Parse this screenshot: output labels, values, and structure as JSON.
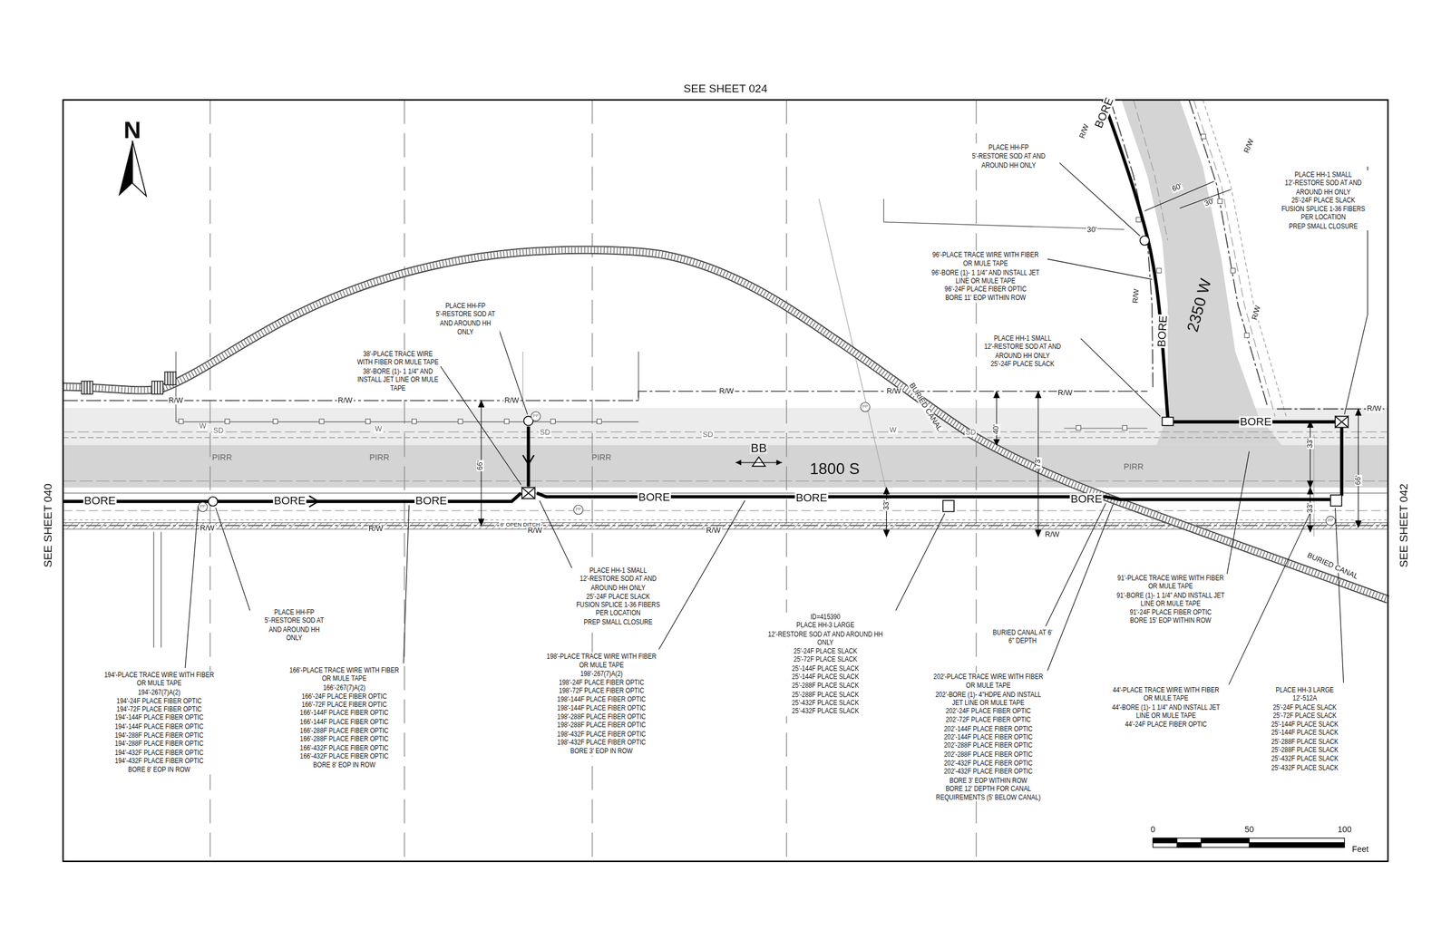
{
  "diagram": {
    "labels": [
      "SEE SHEET 024",
      "N",
      "SEE SHEET 040",
      "SEE SHEET 042",
      "1800 S",
      "BB",
      "2350 W",
      "BORE",
      "BORE",
      "BORE",
      "BORE",
      "BORE",
      "BORE",
      "BORE",
      "BORE",
      "BORE",
      "R/W",
      "R/W",
      "R/W",
      "R/W",
      "R/W",
      "R/W",
      "R/W",
      "R/W",
      "R/W",
      "R/W",
      "R/W",
      "R/W",
      "R/W",
      "R/W",
      "R/W",
      "R/W",
      "8' OPEN DITCH",
      "PIRR",
      "PIRR",
      "PIRR",
      "PIRR",
      "SD",
      "SD",
      "SD",
      "SD",
      "W",
      "W",
      "W",
      "BURIED CANAL",
      "BURIED CANAL",
      "66'",
      "33'",
      "40'",
      "73'",
      "33'",
      "66'",
      "33'",
      "60'",
      "30'",
      "30'",
      "0",
      "50",
      "100",
      "Feet",
      "PP",
      "PP",
      "PP",
      "PP",
      "PP",
      "PLACE HH-FP",
      "5'-RESTORE SOD AT AND AROUND HH ONLY",
      "38'-PLACE TRACE WIRE WITH FIBER OR MULE TAPE",
      "38'-BORE (1)- 1 1/4\" AND INSTALL JET LINE OR MULE TAPE",
      "PLACE HH-1 SMALL",
      "12'-RESTORE SOD AT AND AROUND HH ONLY",
      "25'-24F PLACE SLACK",
      "FUSION SPLICE 1-36 FIBERS PER LOCATION",
      "PREP SMALL CLOSURE",
      "PLACE HH-FP",
      "5'-RESTORE SOD AT AND AROUND HH ONLY",
      "194'-PLACE TRACE WIRE WITH FIBER OR MULE TAPE",
      "194'-267(7)A(2)",
      "194'-24F PLACE FIBER OPTIC",
      "194'-72F PLACE FIBER OPTIC",
      "194'-144F PLACE FIBER OPTIC",
      "194'-144F PLACE FIBER OPTIC",
      "194'-288F PLACE FIBER OPTIC",
      "194'-288F PLACE FIBER OPTIC",
      "194'-432F PLACE FIBER OPTIC",
      "194'-432F PLACE FIBER OPTIC",
      "BORE 8' EOP IN ROW",
      "166'-PLACE TRACE WIRE WITH FIBER OR MULE TAPE",
      "166'-267(7)A(2)",
      "166'-24F PLACE FIBER OPTIC",
      "166'-72F PLACE FIBER OPTIC",
      "166'-144F PLACE FIBER OPTIC",
      "166'-144F PLACE FIBER OPTIC",
      "166'-288F PLACE FIBER OPTIC",
      "166'-288F PLACE FIBER OPTIC",
      "166'-432F PLACE FIBER OPTIC",
      "166'-432F PLACE FIBER OPTIC",
      "BORE 8' EOP IN ROW",
      "198'-PLACE TRACE WIRE WITH FIBER OR MULE TAPE",
      "198'-267(7)A(2)",
      "198'-24F PLACE FIBER OPTIC",
      "198'-72F PLACE FIBER OPTIC",
      "198'-144F PLACE FIBER OPTIC",
      "198'-144F PLACE FIBER OPTIC",
      "198'-288F PLACE FIBER OPTIC",
      "198'-288F PLACE FIBER OPTIC",
      "198'-432F PLACE FIBER OPTIC",
      "198'-432F PLACE FIBER OPTIC",
      "BORE 3' EOP IN ROW",
      "ID=415390",
      "PLACE HH-3 LARGE",
      "12'-RESTORE SOD AT AND AROUND HH ONLY",
      "25'-24F PLACE SLACK",
      "25'-72F PLACE SLACK",
      "25'-144F PLACE SLACK",
      "25'-144F PLACE SLACK",
      "25'-288F PLACE SLACK",
      "25'-288F PLACE SLACK",
      "25'-432F PLACE SLACK",
      "25'-432F PLACE SLACK",
      "BURIED CANAL AT 6' 6\" DEPTH",
      "202'-PLACE TRACE WIRE WITH FIBER OR MULE TAPE",
      "202'-BORE (1)- 4\"HDPE AND INSTALL JET LINE OR MULE TAPE",
      "202'-24F PLACE FIBER OPTIC",
      "202'-72F PLACE FIBER OPTIC",
      "202'-144F PLACE FIBER OPTIC",
      "202'-144F PLACE FIBER OPTIC",
      "202'-288F PLACE FIBER OPTIC",
      "202'-288F PLACE FIBER OPTIC",
      "202'-432F PLACE FIBER OPTIC",
      "202'-432F PLACE FIBER OPTIC",
      "BORE 3' EOP WITHIN ROW",
      "BORE 12' DEPTH FOR CANAL REQUIREMENTS (5' BELOW CANAL)",
      "91'-PLACE TRACE WIRE WITH FIBER OR MULE TAPE",
      "91'-BORE (1)- 1 1/4\" AND INSTALL JET LINE OR MULE TAPE",
      "91'-24F PLACE FIBER OPTIC",
      "BORE 15' EOP WITHIN ROW",
      "44'-PLACE TRACE WIRE WITH FIBER OR MULE TAPE",
      "44'-BORE (1)- 1 1/4\" AND INSTALL JET LINE OR MULE TAPE",
      "44'-24F PLACE FIBER OPTIC",
      "PLACE HH-3 LARGE",
      "12'-512A",
      "25'-24F PLACE SLACK",
      "25'-72F PLACE SLACK",
      "25'-144F PLACE SLACK",
      "25'-144F PLACE SLACK",
      "25'-288F PLACE SLACK",
      "25'-288F PLACE SLACK",
      "25'-432F PLACE SLACK",
      "25'-432F PLACE SLACK",
      "PLACE HH-FP",
      "5'-RESTORE SOD AT AND AROUND HH ONLY",
      "96'-PLACE TRACE WIRE WITH FIBER OR MULE TAPE",
      "96'-BORE (1)- 1 1/4\" AND INSTALL JET LINE OR MULE TAPE",
      "96'-24F PLACE FIBER OPTIC",
      "BORE 11' EOP WITHIN ROW",
      "PLACE HH-1 SMALL",
      "12'-RESTORE SOD AT AND AROUND HH ONLY",
      "25'-24F PLACE SLACK",
      "PLACE HH-1 SMALL",
      "12'-RESTORE SOD AT AND AROUND HH ONLY",
      "25'-24F PLACE SLACK",
      "FUSION SPLICE 1-36 FIBERS PER LOCATION",
      "PREP SMALL CLOSURE"
    ]
  }
}
